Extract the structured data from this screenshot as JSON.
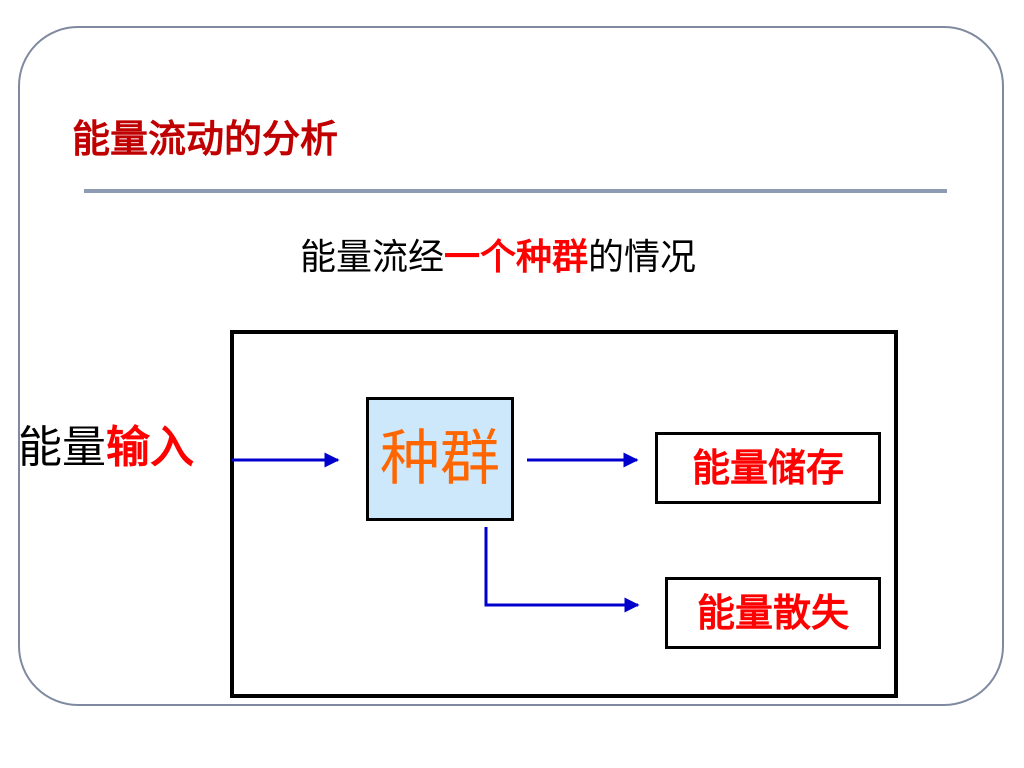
{
  "slide": {
    "title": "能量流动的分析",
    "subtitle": {
      "prefix": "能量流经",
      "highlight": "一个种群",
      "suffix": "的情况"
    },
    "input_label": {
      "black": "能量",
      "red": "输入"
    },
    "population": "种群",
    "storage": "能量储存",
    "dissipation": "能量散失"
  },
  "colors": {
    "title": "#c00000",
    "highlight": "#ff0000",
    "population_text": "#ff6600",
    "population_fill": "#cce8fa",
    "arrow": "#0000cc",
    "frame": "#7f8aa0"
  },
  "diagram": {
    "nodes": [
      "input_label",
      "population",
      "storage",
      "dissipation"
    ],
    "edges": [
      {
        "from": "input_label",
        "to": "population"
      },
      {
        "from": "population",
        "to": "storage"
      },
      {
        "from": "population",
        "to": "dissipation"
      }
    ]
  }
}
